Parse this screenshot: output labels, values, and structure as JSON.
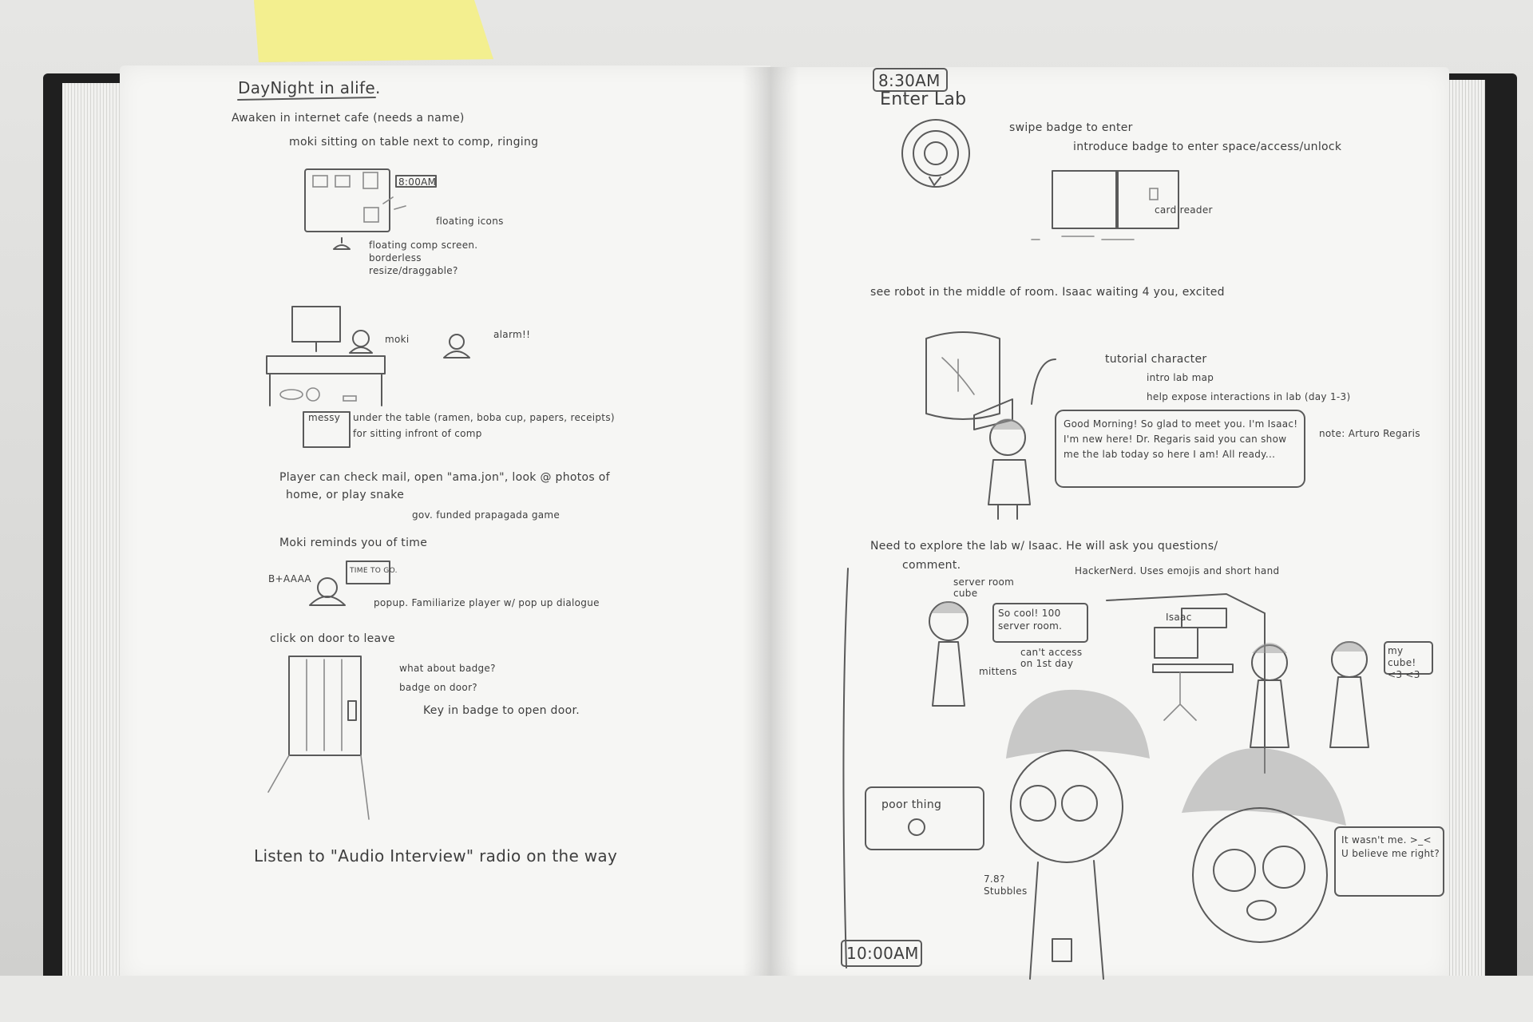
{
  "left_page": {
    "title": "DayNight in alife.",
    "line1": "Awaken in internet cafe (needs a name)",
    "line2": "moki sitting on table next to comp, ringing",
    "clock": "8:00AM",
    "floating_icons": "floating icons",
    "notes": [
      "floating comp screen.",
      "borderless",
      "resize/draggable?"
    ],
    "moki_label": "moki",
    "alarm": "alarm!!",
    "messy": "messy",
    "under_table": "under the table (ramen, boba cup, papers, receipts)",
    "sitting": "for sitting infront of comp",
    "player_line1": "Player can check mail, open \"ama.jon\", look @ photos of",
    "player_line2": "home, or play snake",
    "gov": "gov. funded prapagada game",
    "reminds": "Moki reminds you of time",
    "baaaa": "B+AAAA",
    "popup_box": "TIME TO GO.",
    "popup": "popup. Familiarize player w/ pop up dialogue",
    "click_door": "click on door to leave",
    "door_q1": "what about badge?",
    "door_q2": "badge on door?",
    "door_key": "Key in badge to open door.",
    "listen": "Listen to \"Audio Interview\" radio on the way"
  },
  "right_page": {
    "time1": "8:30AM",
    "enter_lab": "Enter Lab",
    "swipe": "swipe badge to enter",
    "introduce": "introduce badge to enter space/access/unlock",
    "card_reader": "card reader",
    "see_robot": "see robot in the middle of room. Isaac waiting 4 you, excited",
    "tutorial": "tutorial character",
    "tut1": "intro lab map",
    "tut2": "help expose interactions in lab (day 1-3)",
    "dialogue": "Good Morning! So glad to meet you. I'm Isaac! I'm new here! Dr. Regaris said you can show me the lab today so here I am! All ready...",
    "note": "note: Arturo Regaris",
    "explore1": "Need to explore the lab w/ Isaac. He will ask you questions/",
    "explore2": "comment.",
    "server": "server room",
    "cube": "cube",
    "hacker": "HackerNerd. Uses emojis and short hand",
    "so_cool": "So cool! 100 server room.",
    "cant_access": "can't access on 1st day",
    "mittens": "mittens",
    "isaac_sign": "Isaac",
    "my_cube": "my cube! <3 <3",
    "poor_thing": "poor thing",
    "stubbles": "7.8? Stubbles",
    "wasnt_me": "It wasn't me. >_< U believe me right?",
    "time2": "10:00AM"
  }
}
